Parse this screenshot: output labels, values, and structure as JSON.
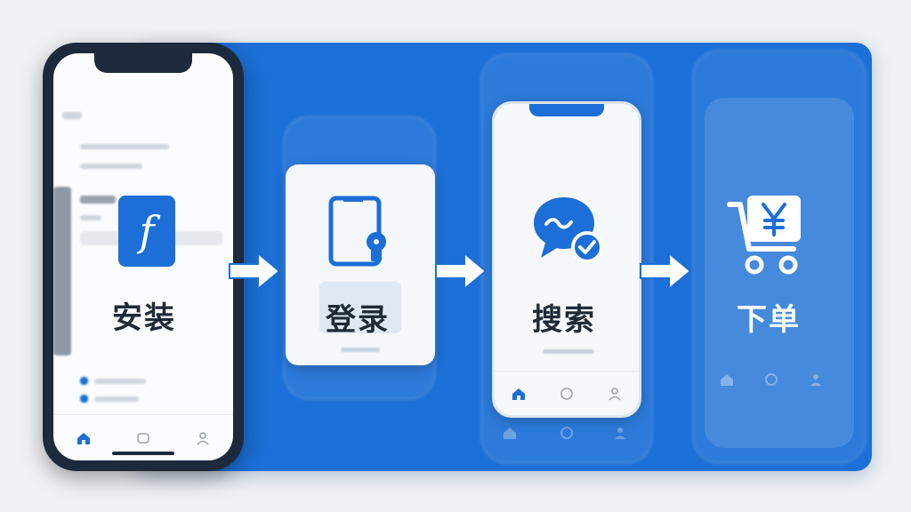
{
  "steps": [
    {
      "label": "安装",
      "icon": "app-f-icon",
      "glyph": "f"
    },
    {
      "label": "登录",
      "icon": "tablet-lock-icon"
    },
    {
      "label": "搜索",
      "icon": "chat-check-icon"
    },
    {
      "label": "下单",
      "icon": "cart-yen-icon"
    }
  ],
  "colors": {
    "brand_blue": "#1b6fd6",
    "phone_frame": "#1d2a3c",
    "background": "#eef1f5",
    "text_dark": "#1f2a36",
    "white": "#ffffff"
  }
}
